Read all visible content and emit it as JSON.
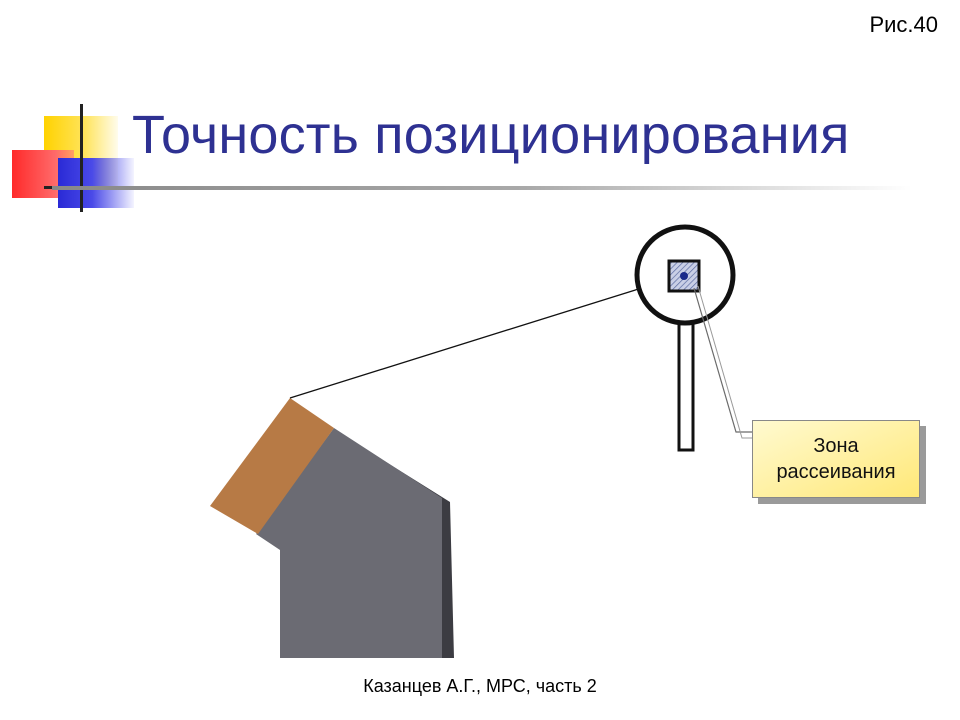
{
  "figure_label": "Рис.40",
  "title": "Точность позиционирования",
  "callout": {
    "text": "Зона\nрассеивания"
  },
  "footer": "Казанцев А.Г., МРС, часть 2",
  "colors": {
    "title": "#2e3192",
    "tool_body": "#6b6b73",
    "tool_tip": "#b77a45",
    "callout_fill": "#ffe878",
    "target_dot": "#1a2a8a"
  }
}
